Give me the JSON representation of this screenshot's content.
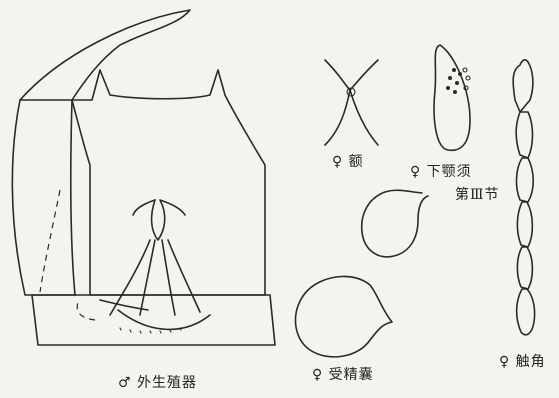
{
  "labels": {
    "genitalia": "♂ 外生殖器",
    "frons": "♀ 额",
    "maxillary_palp": "♀ 下颚须",
    "segment": "第Ⅲ节",
    "spermatheca": "♀ 受精囊",
    "antenna": "♀ 触角"
  }
}
